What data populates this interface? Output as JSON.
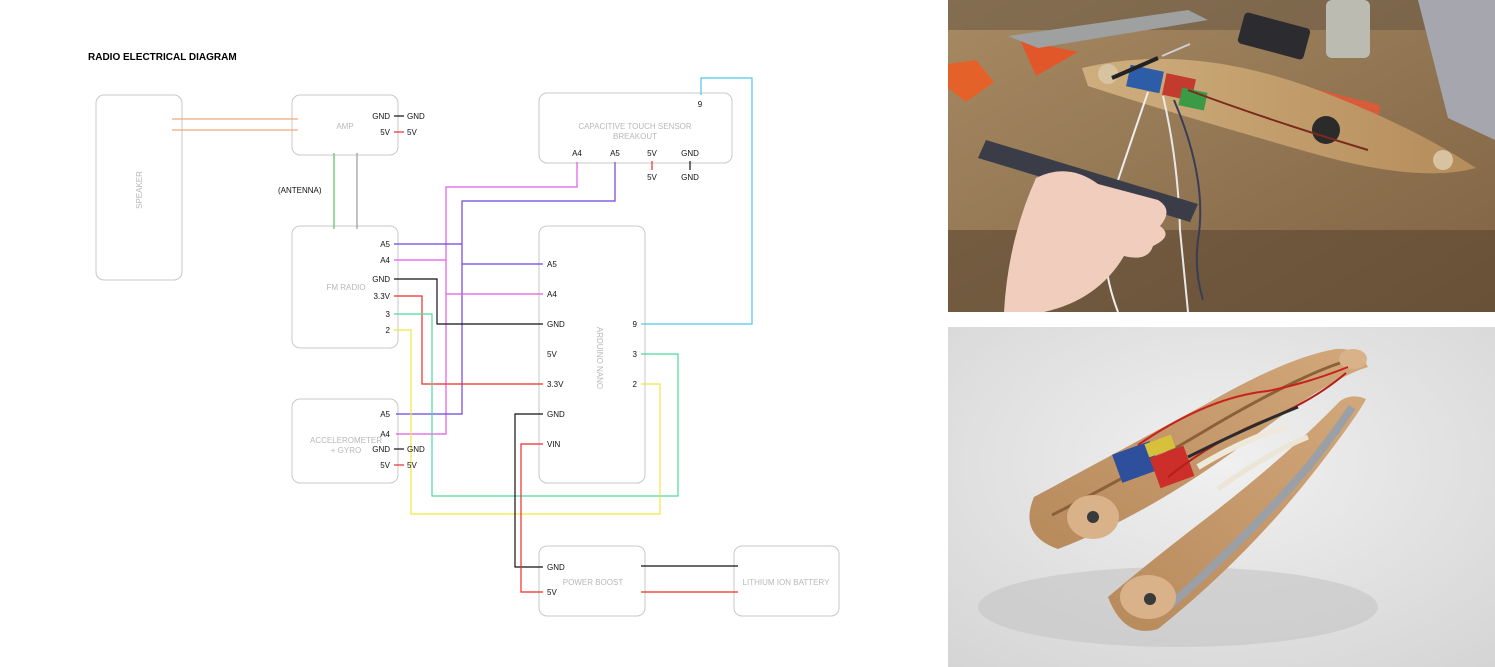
{
  "title": "RADIO ELECTRICAL DIAGRAM",
  "components": {
    "speaker": "SPEAKER",
    "amp": "AMP",
    "fm_radio": "FM RADIO",
    "accelerometer_line1": "ACCELEROMETER",
    "accelerometer_line2": "+ GYRO",
    "touch_line1": "CAPACITIVE TOUCH SENSOR",
    "touch_line2": "BREAKOUT",
    "arduino": "ARDUINO NANO",
    "power_boost": "POWER BOOST",
    "battery": "LITHIUM ION BATTERY"
  },
  "antenna_label": "(ANTENNA)",
  "pins": {
    "gnd": "GND",
    "v5": "5V",
    "v33": "3.3V",
    "a4": "A4",
    "a5": "A5",
    "p2": "2",
    "p3": "3",
    "p9": "9",
    "vin": "VIN"
  },
  "wire_colors": {
    "speaker": "#f4a77a",
    "antenna": "#5cbf5c",
    "ground": "#111111",
    "power": "#ee2b2b",
    "a4": "#e25be6",
    "a5": "#6b45dd",
    "pin2": "#f2e63c",
    "pin3": "#4ed99c",
    "pin9": "#4ec6ea",
    "grey": "#9a9a9a"
  },
  "photos": {
    "top": "prototype-on-workbench",
    "bottom": "finished-wooden-enclosure"
  }
}
